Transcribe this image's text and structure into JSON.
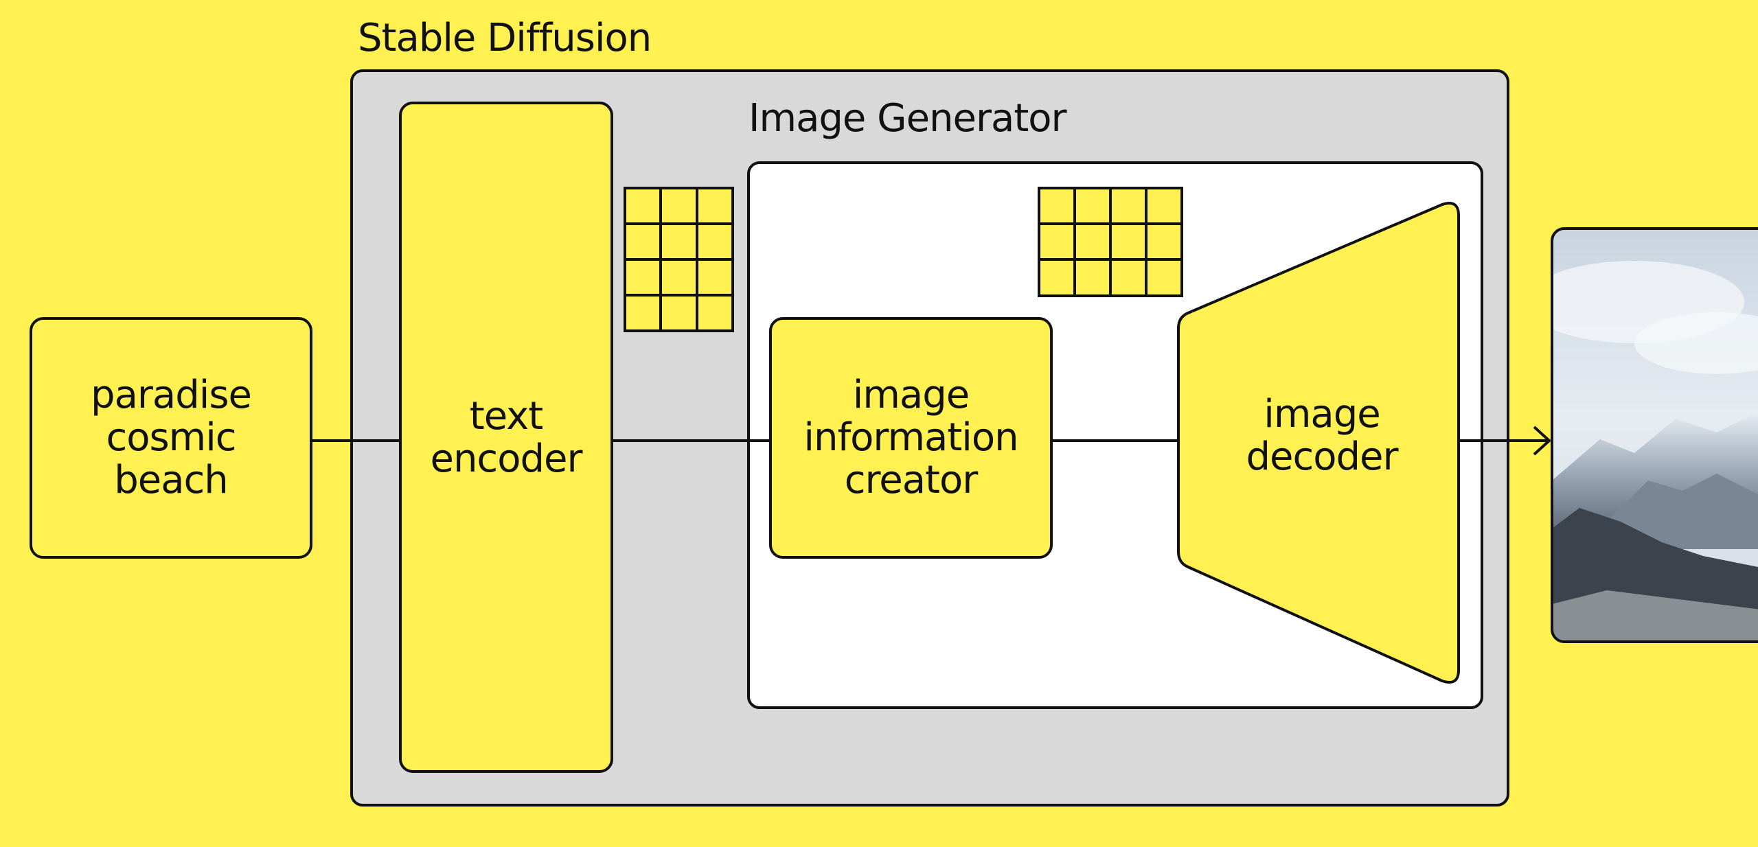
{
  "diagram": {
    "outer_title": "Stable Diffusion",
    "inner_title": "Image Generator",
    "prompt_block": "paradise\ncosmic\nbeach",
    "text_encoder": "text\nencoder",
    "info_creator": "image\ninformation\ncreator",
    "image_decoder": "image\ndecoder"
  },
  "colors": {
    "background": "#FFF152",
    "block_fill": "#FFF152",
    "outer_panel": "#D9D9D9",
    "inner_panel": "#FFFFFF",
    "stroke": "#111111"
  },
  "output_image": {
    "subject": "snowy-mountain-photo"
  }
}
